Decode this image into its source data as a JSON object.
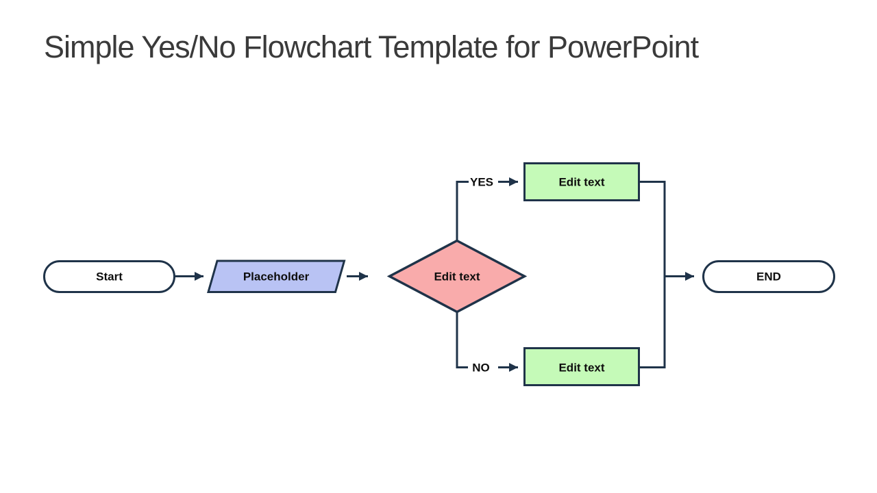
{
  "title": {
    "text": "Simple Yes/No Flowchart Template for PowerPoint",
    "color": "#3a3a3a"
  },
  "flowchart": {
    "colors": {
      "line": "#1f3349",
      "label": "#0d0d0d",
      "terminator_fill": "#ffffff",
      "input_fill": "#b9c3f4",
      "decision_fill": "#f9abab",
      "process_fill": "#c5fab8"
    },
    "nodes": {
      "start": {
        "label": "Start",
        "shape": "terminator",
        "fill": "#ffffff"
      },
      "placeholder": {
        "label": "Placeholder",
        "shape": "parallelogram",
        "fill": "#b9c3f4"
      },
      "decision": {
        "label": "Edit text",
        "shape": "diamond",
        "fill": "#f9abab"
      },
      "yes_process": {
        "label": "Edit text",
        "shape": "rectangle",
        "fill": "#c5fab8"
      },
      "no_process": {
        "label": "Edit text",
        "shape": "rectangle",
        "fill": "#c5fab8"
      },
      "end": {
        "label": "END",
        "shape": "terminator",
        "fill": "#ffffff"
      }
    },
    "branch_labels": {
      "yes": "YES",
      "no": "NO"
    }
  }
}
